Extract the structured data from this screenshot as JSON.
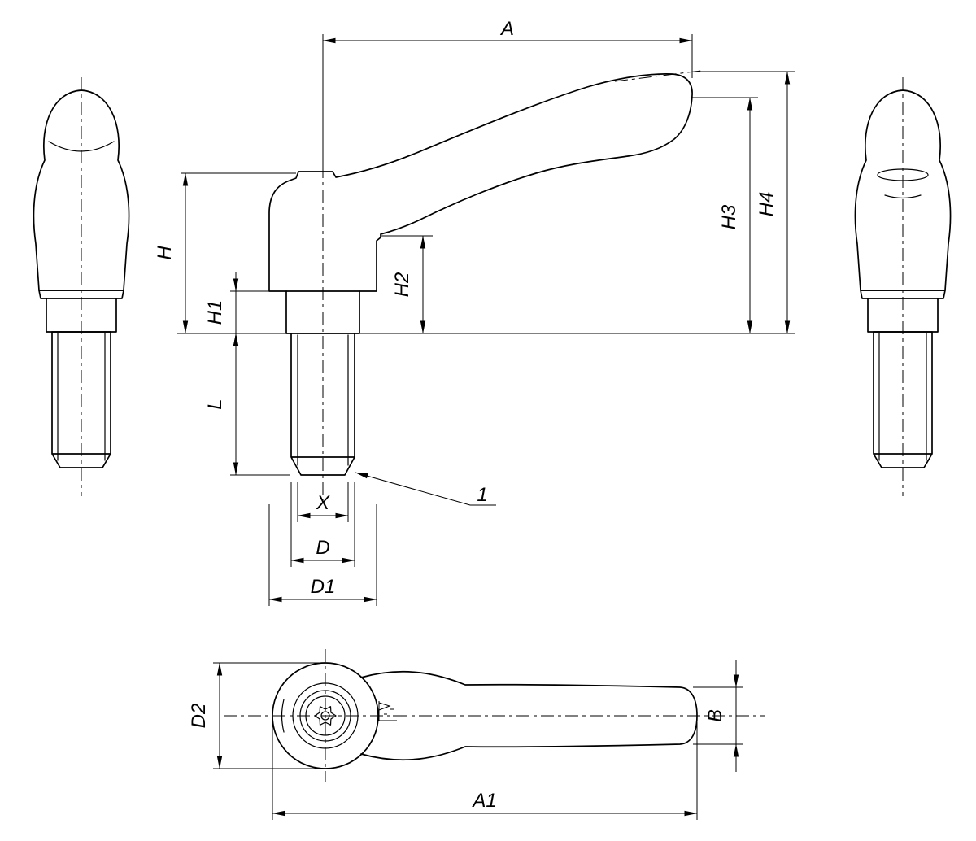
{
  "colors": {
    "background": "#ffffff",
    "line": "#000000"
  },
  "dimensions": {
    "A": "A",
    "H": "H",
    "H1": "H1",
    "H2": "H2",
    "H3": "H3",
    "H4": "H4",
    "L": "L",
    "X": "X",
    "D": "D",
    "D1": "D1",
    "D2": "D2",
    "B": "B",
    "A1": "A1"
  },
  "callouts": {
    "item1": "1"
  }
}
